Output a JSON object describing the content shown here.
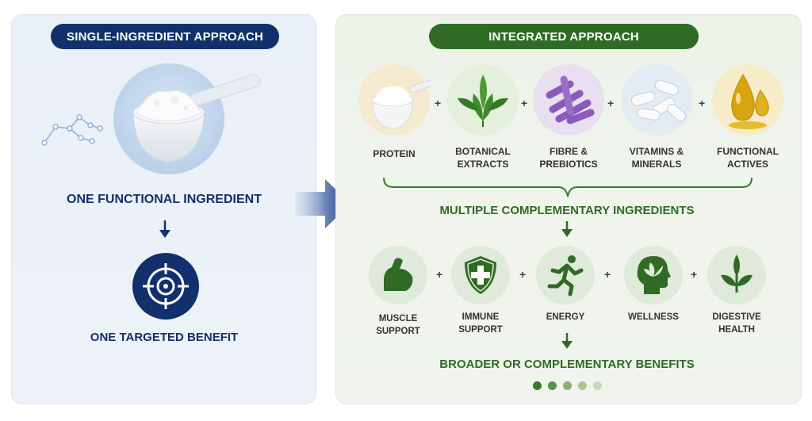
{
  "left": {
    "title": "SINGLE-INGREDIENT APPROACH",
    "ingredient_label": "ONE FUNCTIONAL INGREDIENT",
    "benefit_label": "ONE TARGETED BENEFIT"
  },
  "right": {
    "title": "INTEGRATED APPROACH",
    "ingredients": [
      {
        "line1": "PROTEIN",
        "line2": "",
        "icon": "powder-scoop-icon",
        "bg": "#f5ead0"
      },
      {
        "line1": "BOTANICAL",
        "line2": "EXTRACTS",
        "icon": "leaves-icon",
        "bg": "#e4efdc"
      },
      {
        "line1": "FIBRE &",
        "line2": "PREBIOTICS",
        "icon": "fibre-sticks-icon",
        "bg": "#e8dff0"
      },
      {
        "line1": "VITAMINS &",
        "line2": "MINERALS",
        "icon": "capsules-icon",
        "bg": "#e3ebf3"
      },
      {
        "line1": "FUNCTIONAL",
        "line2": "ACTIVES",
        "icon": "oil-drops-icon",
        "bg": "#f7ecc8"
      }
    ],
    "ingredients_summary": "MULTIPLE COMPLEMENTARY INGREDIENTS",
    "benefits": [
      {
        "line1": "MUSCLE",
        "line2": "SUPPORT",
        "icon": "muscle-arm-icon"
      },
      {
        "line1": "IMMUNE",
        "line2": "SUPPORT",
        "icon": "shield-cross-icon"
      },
      {
        "line1": "ENERGY",
        "line2": "",
        "icon": "running-person-icon"
      },
      {
        "line1": "WELLNESS",
        "line2": "",
        "icon": "head-leaf-icon"
      },
      {
        "line1": "DIGESTIVE",
        "line2": "HEALTH",
        "icon": "leaf-sprout-icon"
      }
    ],
    "benefits_summary": "BROADER OR COMPLEMENTARY BENEFITS",
    "plus_sign": "+",
    "dot_colors": [
      "#3d7a2c",
      "#5a9145",
      "#86b072",
      "#a8c896",
      "#c5dbb8"
    ]
  },
  "colors": {
    "navy": "#12306b",
    "green": "#2f6b24"
  }
}
